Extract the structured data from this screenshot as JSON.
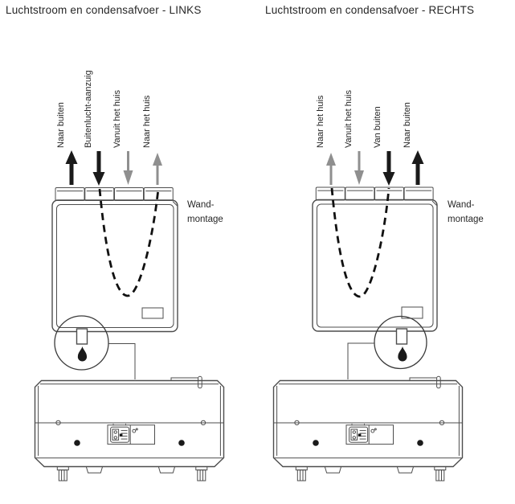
{
  "colors": {
    "background": "#ffffff",
    "text": "#262626",
    "line": "#4d4d4d",
    "black_arrow": "#1a1a1a",
    "gray_arrow": "#8f8f8f",
    "dashed_flow": "#111111"
  },
  "left_diagram": {
    "title": "Luchtstroom en condensafvoer - LINKS",
    "wall_mount_label": {
      "line1": "Wand-",
      "line2": "montage"
    },
    "flows": [
      {
        "label": "Naar buiten",
        "direction": "up",
        "arrow_color": "black"
      },
      {
        "label": "Buitenlucht-aanzuig",
        "direction": "down",
        "arrow_color": "black"
      },
      {
        "label": "Vanuit het huis",
        "direction": "down",
        "arrow_color": "gray"
      },
      {
        "label": "Naar het huis",
        "direction": "up",
        "arrow_color": "gray"
      }
    ]
  },
  "right_diagram": {
    "title": "Luchtstroom en condensafvoer - RECHTS",
    "wall_mount_label": {
      "line1": "Wand-",
      "line2": "montage"
    },
    "flows": [
      {
        "label": "Naar het huis",
        "direction": "up",
        "arrow_color": "gray"
      },
      {
        "label": "Vanuit het huis",
        "direction": "down",
        "arrow_color": "gray"
      },
      {
        "label": "Van buiten",
        "direction": "down",
        "arrow_color": "black"
      },
      {
        "label": "Naar buiten",
        "direction": "up",
        "arrow_color": "black"
      }
    ]
  },
  "icons": {
    "condensate": "water-droplet-icon",
    "detail": "magnifier-circle-callout"
  }
}
